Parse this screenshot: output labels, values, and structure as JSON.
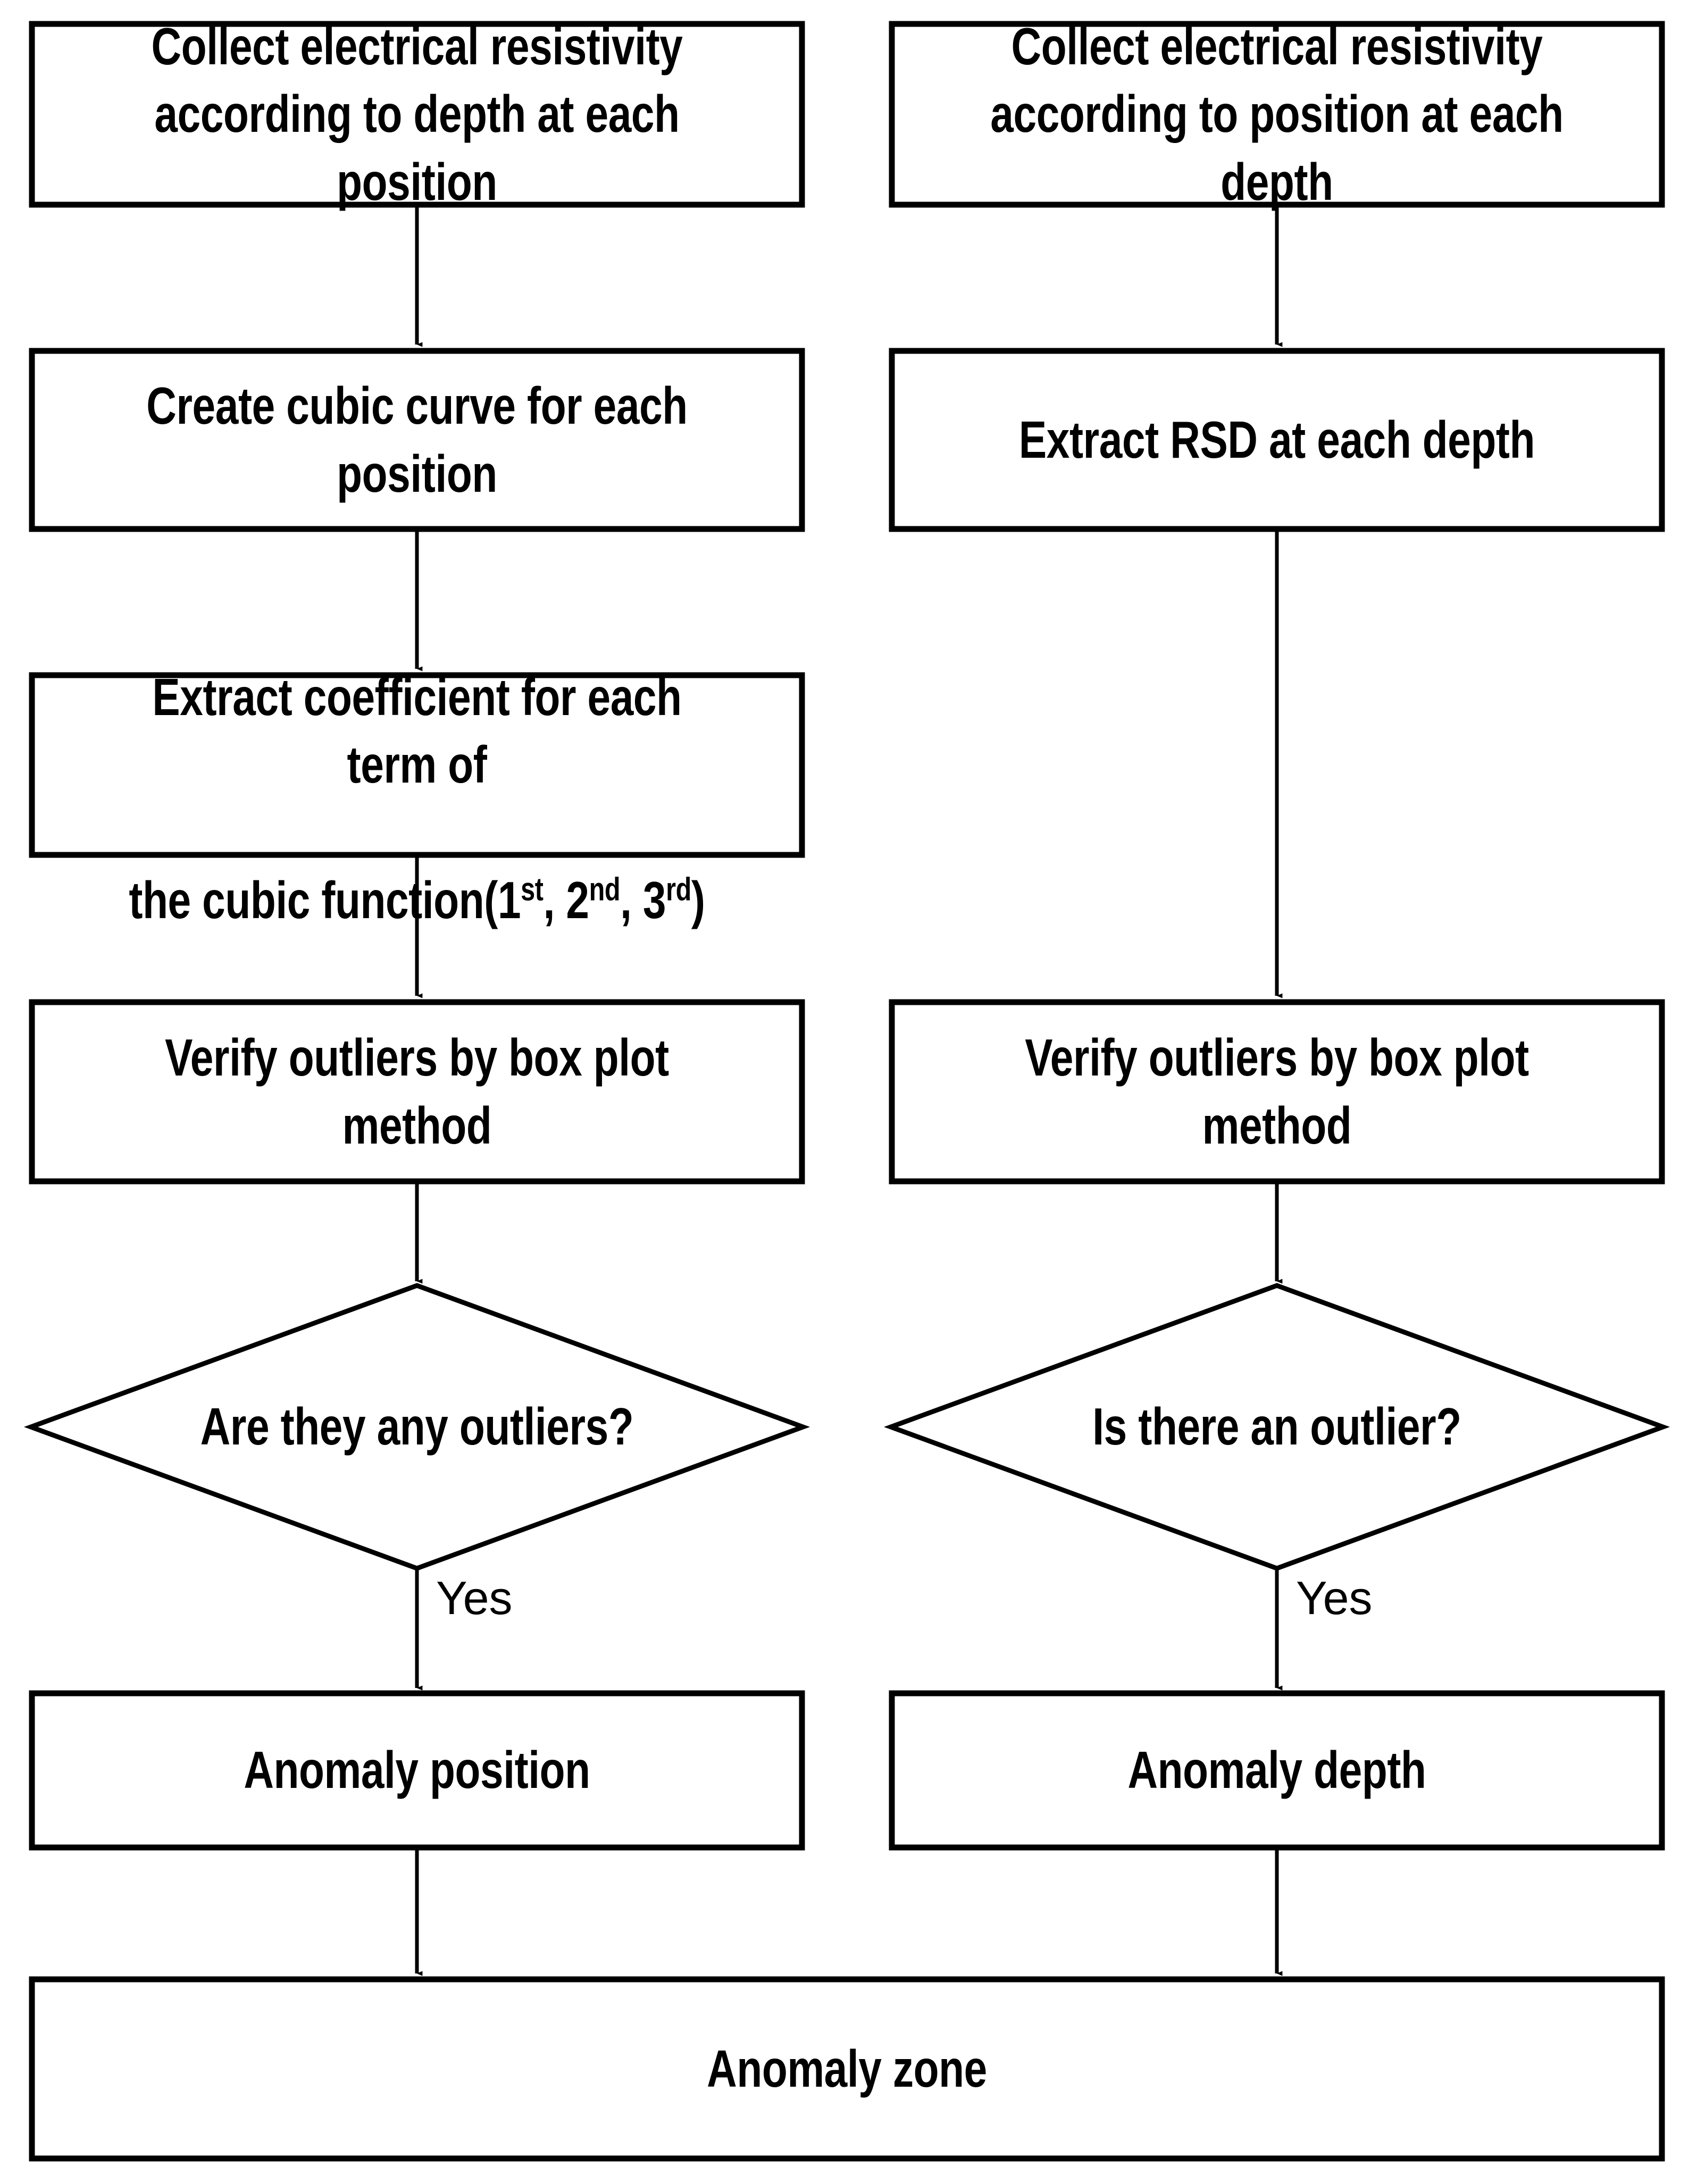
{
  "diagram": {
    "title": "Anomaly zone detection flowchart",
    "type": "flowchart",
    "background_color": "#FFFFFF",
    "stroke_color": "#000000",
    "text_color": "#000000"
  },
  "left_branch": {
    "nodes": [
      {
        "id": "L1",
        "shape": "process",
        "label": "Collect electrical resistivity\naccording to depth at each position"
      },
      {
        "id": "L2",
        "shape": "process",
        "label": "Create cubic curve for each position"
      },
      {
        "id": "L3",
        "shape": "process",
        "label_part1": "Extract coefficient for each term of",
        "label_part2_pre": "the cubic function(1",
        "sup1": "st",
        "label_mid1": ", 2",
        "sup2": "nd",
        "label_mid2": ", 3",
        "sup3": "rd",
        "label_end": ")"
      },
      {
        "id": "L4",
        "shape": "process",
        "label": "Verify outliers by box plot method"
      },
      {
        "id": "L5",
        "shape": "decision",
        "label": "Are they any outliers?"
      },
      {
        "id": "L6",
        "shape": "process",
        "label": "Anomaly position"
      }
    ],
    "edge_labels": {
      "decision_yes": "Yes"
    }
  },
  "right_branch": {
    "nodes": [
      {
        "id": "R1",
        "shape": "process",
        "label": "Collect electrical resistivity\naccording to position at each depth"
      },
      {
        "id": "R2",
        "shape": "process",
        "label": "Extract RSD at each depth"
      },
      {
        "id": "R4",
        "shape": "process",
        "label": "Verify outliers by box plot method"
      },
      {
        "id": "R5",
        "shape": "decision",
        "label": "Is there an outlier?"
      },
      {
        "id": "R6",
        "shape": "process",
        "label": "Anomaly depth"
      }
    ],
    "edge_labels": {
      "decision_yes": "Yes"
    }
  },
  "final_node": {
    "id": "F1",
    "shape": "process",
    "label": "Anomaly zone"
  }
}
